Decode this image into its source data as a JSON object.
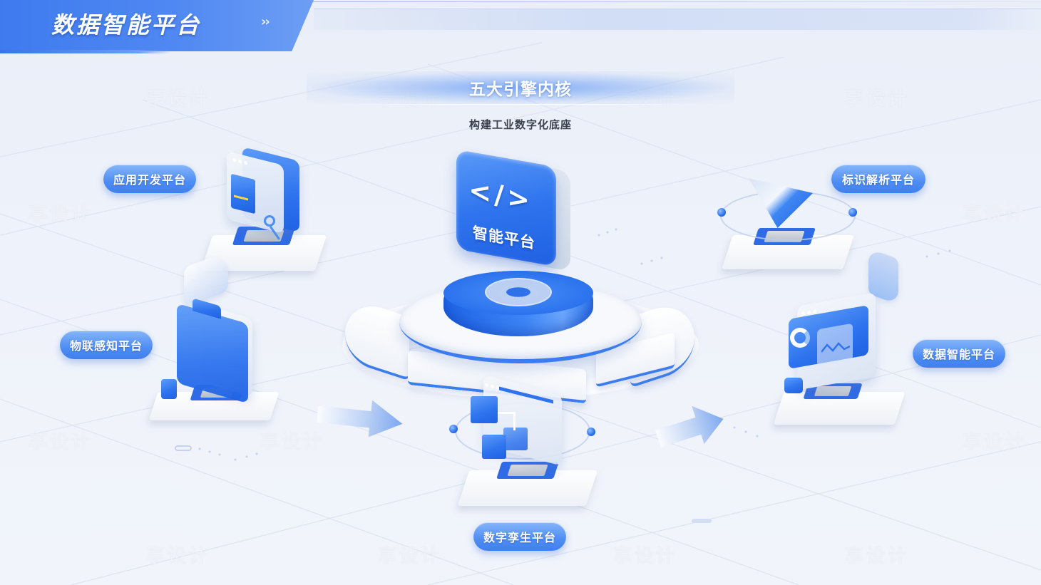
{
  "header": {
    "title": "数据智能平台",
    "nav_arrows_icon": "››"
  },
  "section": {
    "title": "五大引擎内核",
    "subtitle": "构建工业数字化底座"
  },
  "core": {
    "icon_glyph": "</>",
    "label": "智能平台"
  },
  "platforms": [
    {
      "id": "app-dev",
      "label": "应用开发平台",
      "icon": "window-search-icon"
    },
    {
      "id": "iot",
      "label": "物联感知平台",
      "icon": "folder-icon"
    },
    {
      "id": "digital-twin",
      "label": "数字孪生平台",
      "icon": "cubes-window-icon"
    },
    {
      "id": "identity",
      "label": "标识解析平台",
      "icon": "paper-plane-icon"
    },
    {
      "id": "data-intel",
      "label": "数据智能平台",
      "icon": "dashboard-chart-icon"
    }
  ],
  "watermark": "享设计",
  "colors": {
    "primary": "#3f80ee",
    "primary_light": "#86b6fb",
    "background": "#edf1f9",
    "subtitle_text": "#3b414e"
  }
}
